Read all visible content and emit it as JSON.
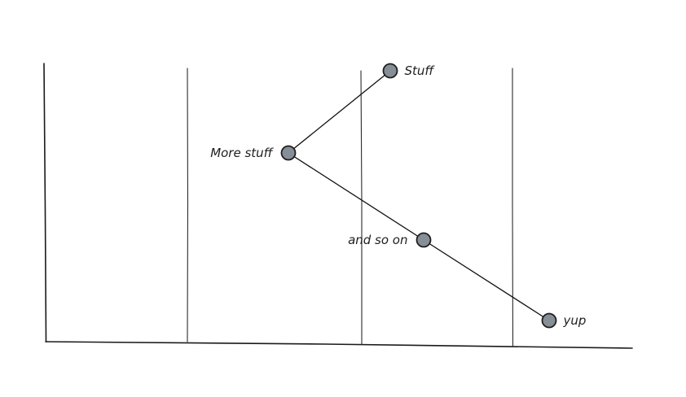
{
  "diagram": {
    "nodes": [
      {
        "id": "stuff",
        "label": "Stuff",
        "label_side": "right"
      },
      {
        "id": "more-stuff",
        "label": "More stuff",
        "label_side": "left"
      },
      {
        "id": "and-so-on",
        "label": "and so on",
        "label_side": "left"
      },
      {
        "id": "yup",
        "label": "yup",
        "label_side": "right"
      }
    ],
    "edges": [
      [
        "stuff",
        "more-stuff"
      ],
      [
        "more-stuff",
        "and-so-on"
      ],
      [
        "and-so-on",
        "yup"
      ]
    ],
    "colors": {
      "node_fill": "#868e96",
      "stroke": "#1e1e1e",
      "background": "#ffffff"
    }
  }
}
